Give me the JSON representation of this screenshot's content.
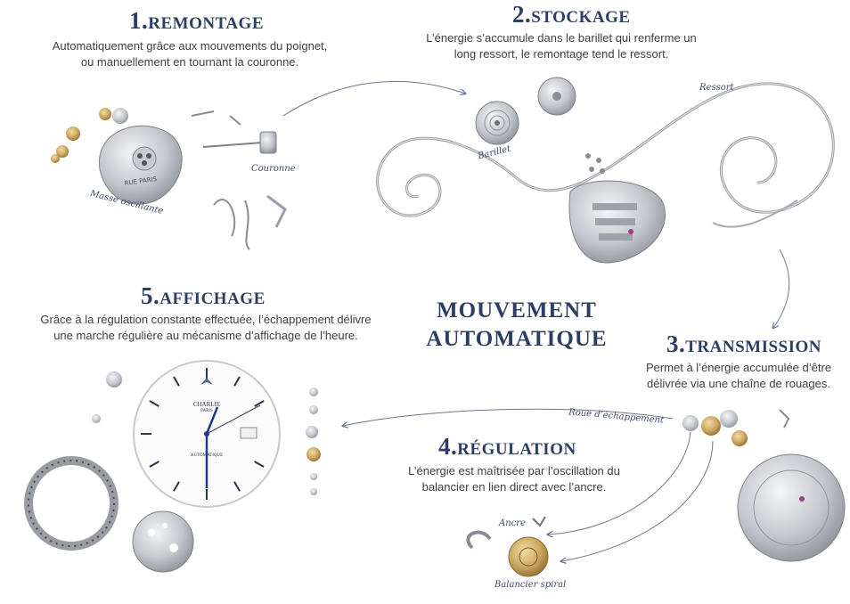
{
  "main_title": {
    "line1": "MOUVEMENT",
    "line2": "AUTOMATIQUE"
  },
  "steps": [
    {
      "number": "1.",
      "name": "REMONTAGE",
      "line1": "Automatiquement grâce aux mouvements du poignet,",
      "line2": "ou manuellement en tournant la couronne."
    },
    {
      "number": "2.",
      "name": "STOCKAGE",
      "line1": "L’énergie s’accumule dans le barillet qui renferme un",
      "line2": "long ressort, le remontage tend le ressort."
    },
    {
      "number": "3.",
      "name": "TRANSMISSION",
      "line1": "Permet à l’énergie accumulée d’être",
      "line2": "délivrée via une chaîne de rouages."
    },
    {
      "number": "4.",
      "name": "RÉGULATION",
      "line1": "L’énergie est maîtrisée par l’oscillation du",
      "line2": "balancier en lien direct avec l’ancre."
    },
    {
      "number": "5.",
      "name": "AFFICHAGE",
      "line1": "Grâce à la régulation constante effectuée, l’échappement délivre",
      "line2": "une marche régulière au mécanisme d’affichage de l’heure."
    }
  ],
  "part_labels": {
    "couronne": "Couronne",
    "masse_oscillante": "Masse oscillante",
    "barillet": "Barillet",
    "ressort": "Ressort",
    "roue_echappement": "Roue d’échappement",
    "ancre": "Ancre",
    "balancier_spiral": "Balancier spiral"
  },
  "dial": {
    "brand": "CHARLIE",
    "city": "PARIS",
    "label": "AUTOMATIQUE"
  },
  "rotor_engraving": "RUE PARIS",
  "colors": {
    "title": "#2c3e66",
    "text": "#3d4048",
    "metal": "#b9bcc2",
    "gold": "#c9a560",
    "hand": "#1f3a8a"
  }
}
